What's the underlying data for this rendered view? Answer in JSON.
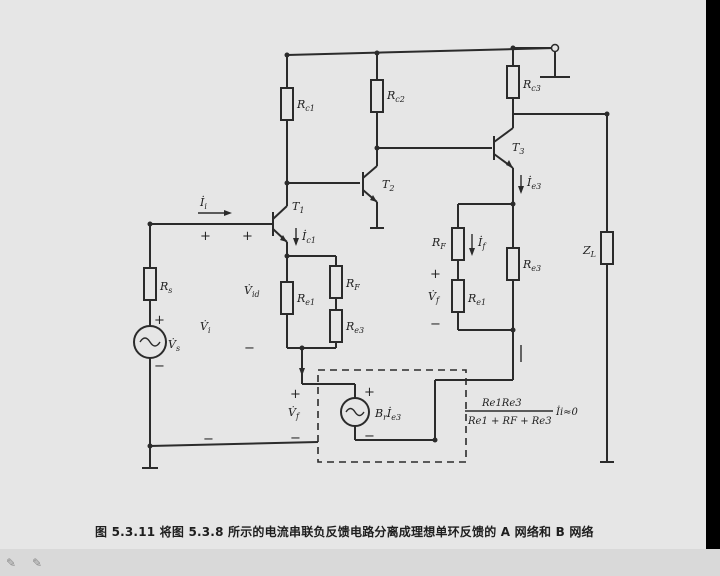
{
  "caption": "图 5.3.11  将图 5.3.8 所示的电流串联负反馈电路分离成理想单环反馈的 A 网络和 B 网络",
  "components": {
    "rc1": "R",
    "rc1_sub": "c1",
    "rc2": "R",
    "rc2_sub": "c2",
    "rc3": "R",
    "rc3_sub": "c3",
    "re1": "R",
    "re1_sub": "e1",
    "re1b": "R",
    "re1b_sub": "e1",
    "re3": "R",
    "re3_sub": "e3",
    "re3b": "R",
    "re3b_sub": "e3",
    "rf": "R",
    "rf_sub": "F",
    "rf2": "R",
    "rf2_sub": "F",
    "rs": "R",
    "rs_sub": "s",
    "zl": "Z",
    "zl_sub": "L",
    "t1": "T",
    "t1_sub": "1",
    "t2": "T",
    "t2_sub": "2",
    "t3": "T",
    "t3_sub": "3"
  },
  "signals": {
    "ii": "İ",
    "ii_sub": "i",
    "ic1": "İ",
    "ic1_sub": "c1",
    "ie3": "İ",
    "ie3_sub": "e3",
    "if": "İ",
    "if_sub": "f",
    "vid": "V̇",
    "vid_sub": "id",
    "vi": "V̇",
    "vi_sub": "i",
    "vs": "V̇",
    "vs_sub": "s",
    "vf_left": "V̇",
    "vf_left_sub": "f",
    "vf_right": "V̇",
    "vf_right_sub": "f",
    "source": "B",
    "source_sub": "r",
    "source_i": "İ",
    "source_i_sub": "e3"
  },
  "formula": {
    "num": "Re1Re3",
    "den": "Re1 + RF + Re3",
    "tail": "İi≈0"
  },
  "polarity": {
    "plus": "+",
    "minus": "−"
  }
}
